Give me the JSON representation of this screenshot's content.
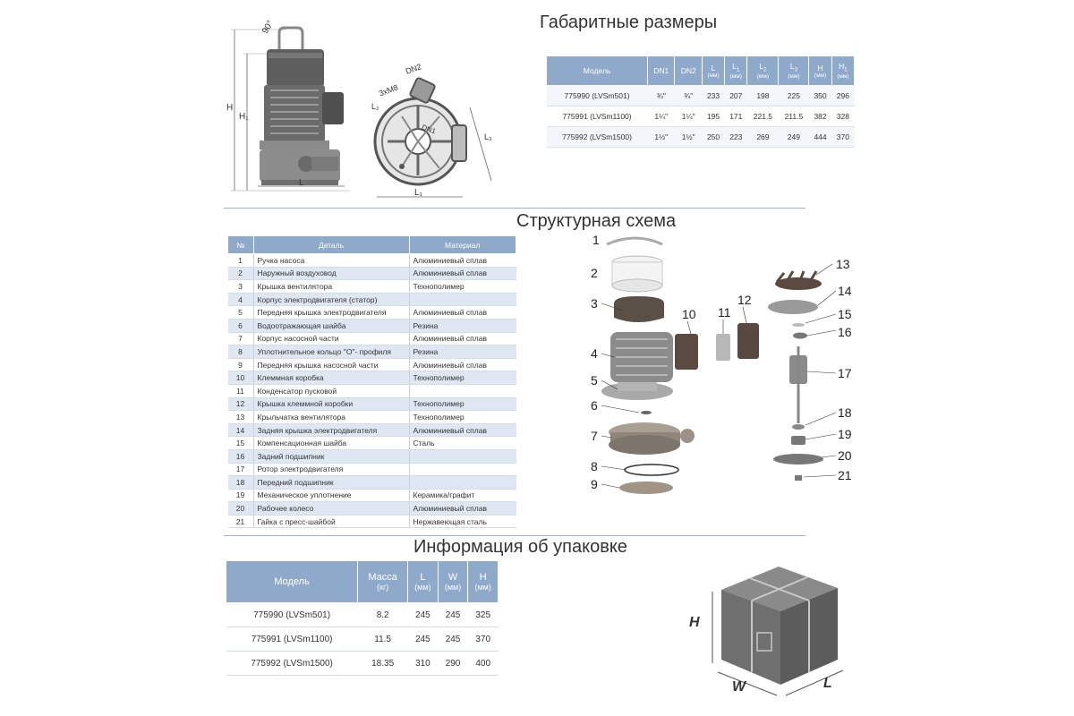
{
  "dims": {
    "title": "Габаритные размеры",
    "headers": [
      {
        "label": "Модель",
        "sub": "",
        "unit": ""
      },
      {
        "label": "DN1",
        "sub": "",
        "unit": ""
      },
      {
        "label": "DN2",
        "sub": "",
        "unit": ""
      },
      {
        "label": "L",
        "sub": "",
        "unit": "(мм)"
      },
      {
        "label": "L",
        "sub": "1",
        "unit": "(мм)"
      },
      {
        "label": "L",
        "sub": "2",
        "unit": "(мм)"
      },
      {
        "label": "L",
        "sub": "3",
        "unit": "(мм)"
      },
      {
        "label": "H",
        "sub": "",
        "unit": "(мм)"
      },
      {
        "label": "H",
        "sub": "1",
        "unit": "(мм)"
      }
    ],
    "rows": [
      [
        "775990 (LVSm501)",
        "¾\"",
        "¾\"",
        "233",
        "207",
        "198",
        "225",
        "350",
        "296"
      ],
      [
        "775991 (LVSm1100)",
        "1¼\"",
        "1¼\"",
        "195",
        "171",
        "221.5",
        "211.5",
        "382",
        "328"
      ],
      [
        "775992 (LVSm1500)",
        "1½\"",
        "1½\"",
        "250",
        "223",
        "269",
        "249",
        "444",
        "370"
      ]
    ]
  },
  "drawing": {
    "labels": {
      "angle": "90°",
      "h": "H",
      "h1": "H₁",
      "l": "L",
      "l1": "L₁",
      "l2": "L₂",
      "l3": "L₃",
      "dn1": "DN1",
      "dn2": "DN2",
      "bolts": "3xM8"
    }
  },
  "parts": {
    "title": "Структурная схема",
    "headers": [
      "№",
      "Деталь",
      "Материал"
    ],
    "rows": [
      [
        "1",
        "Ручка насоса",
        "Алюминиевый сплав"
      ],
      [
        "2",
        "Наружный воздуховод",
        "Алюминиевый сплав"
      ],
      [
        "3",
        "Крышка вентилятора",
        "Технополимер"
      ],
      [
        "4",
        "Корпус электродвигателя (статор)",
        ""
      ],
      [
        "5",
        "Передняя крышка электродвигателя",
        "Алюминиевый сплав"
      ],
      [
        "6",
        "Водоотражающая шайба",
        "Резина"
      ],
      [
        "7",
        "Корпус насосной части",
        "Алюминиевый сплав"
      ],
      [
        "8",
        "Уплотнительное кольцо \"О\"- профиля",
        "Резина"
      ],
      [
        "9",
        "Передняя крышка насосной части",
        "Алюминиевый сплав"
      ],
      [
        "10",
        "Клеммная коробка",
        "Технополимер"
      ],
      [
        "11",
        "Конденсатор пусковой",
        ""
      ],
      [
        "12",
        "Крышка клеммной коробки",
        "Технополимер"
      ],
      [
        "13",
        "Крыльчатка вентилятора",
        "Технополимер"
      ],
      [
        "14",
        "Задняя крышка электродвигателя",
        "Алюминиевый сплав"
      ],
      [
        "15",
        "Компенсационная шайба",
        "Сталь"
      ],
      [
        "16",
        "Задний подшипник",
        ""
      ],
      [
        "17",
        "Ротор электродвигателя",
        ""
      ],
      [
        "18",
        "Передний подшипник",
        ""
      ],
      [
        "19",
        "Механическое уплотнение",
        "Керамика/графит"
      ],
      [
        "20",
        "Рабочее колесо",
        "Алюминиевый сплав"
      ],
      [
        "21",
        "Гайка с пресс-шайбой",
        "Нержавеющая сталь"
      ]
    ]
  },
  "exploded": {
    "callouts": [
      "1",
      "2",
      "3",
      "4",
      "5",
      "6",
      "7",
      "8",
      "9",
      "10",
      "11",
      "12",
      "13",
      "14",
      "15",
      "16",
      "17",
      "18",
      "19",
      "20",
      "21"
    ]
  },
  "package": {
    "title": "Информация об упаковке",
    "headers": [
      {
        "label": "Модель",
        "unit": ""
      },
      {
        "label": "Масса",
        "unit": "(кг)"
      },
      {
        "label": "L",
        "unit": "(мм)"
      },
      {
        "label": "W",
        "unit": "(мм)"
      },
      {
        "label": "H",
        "unit": "(мм)"
      }
    ],
    "rows": [
      [
        "775990 (LVSm501)",
        "8.2",
        "245",
        "245",
        "325"
      ],
      [
        "775991 (LVSm1100)",
        "11.5",
        "245",
        "245",
        "370"
      ],
      [
        "775992 (LVSm1500)",
        "18.35",
        "310",
        "290",
        "400"
      ]
    ],
    "box_labels": {
      "h": "H",
      "w": "W",
      "l": "L"
    }
  },
  "colors": {
    "header_bg": "#8ea9c9",
    "row_alt": "#dfe8f2",
    "line": "#9fb3c8"
  }
}
